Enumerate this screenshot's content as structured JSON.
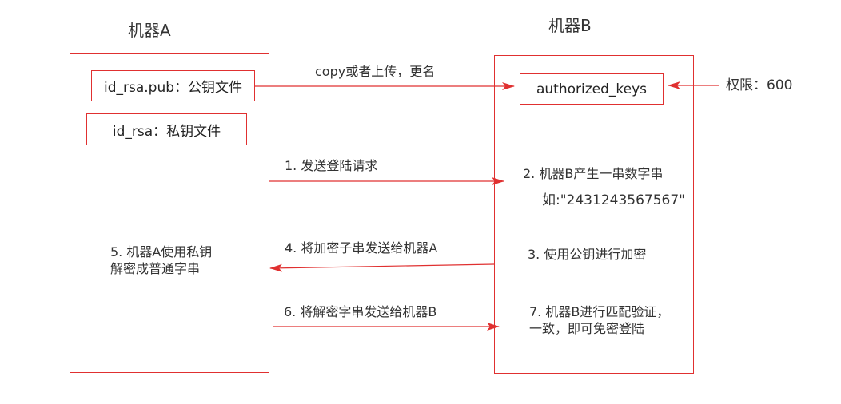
{
  "machine_a": {
    "title": "机器A",
    "pubkey_label": "id_rsa.pub：公钥文件",
    "privkey_label": "id_rsa：私钥文件",
    "step5": "5. 机器A使用私钥\n解密成普通字串"
  },
  "machine_b": {
    "title": "机器B",
    "authorized_keys_label": "authorized_keys",
    "step2_line1": "2. 机器B产生一串数字串",
    "step2_line2": "如:\"2431243567567\"",
    "step3": "3. 使用公钥进行加密",
    "step7": "7. 机器B进行匹配验证，\n一致，即可免密登陆"
  },
  "permission_label": "权限：600",
  "arrows": {
    "copy_label": "copy或者上传，更名",
    "step1_label": "1. 发送登陆请求",
    "step4_label": "4. 将加密子串发送给机器A",
    "step6_label": "6. 将解密字串发送给机器B"
  },
  "colors": {
    "line": "#e03030",
    "text": "#333333"
  }
}
